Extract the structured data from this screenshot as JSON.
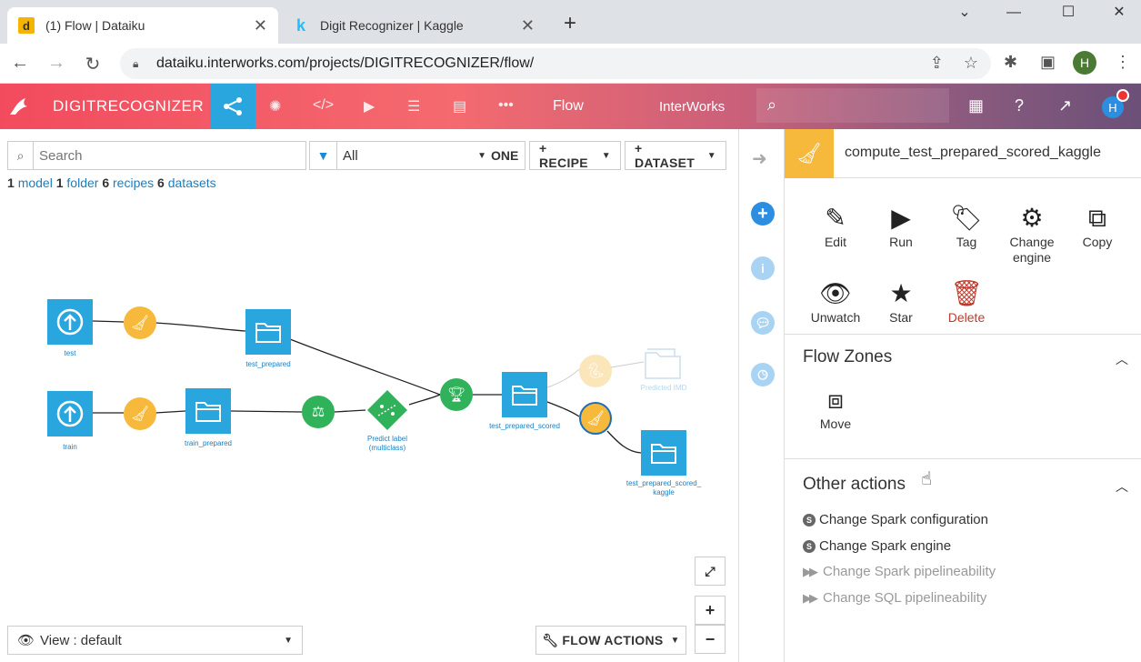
{
  "browser": {
    "tabs": [
      {
        "title": "(1) Flow | Dataiku",
        "favicon": "d",
        "color": "#f4b400"
      },
      {
        "title": "Digit Recognizer | Kaggle",
        "favicon": "k",
        "color": "#20beff"
      }
    ],
    "url": "dataiku.interworks.com/projects/DIGITRECOGNIZER/flow/",
    "profile_initial": "H"
  },
  "dss": {
    "project_name": "DIGITRECOGNIZER",
    "flow_label": "Flow",
    "instance_label": "InterWorks",
    "user_initial": "H"
  },
  "toolbar": {
    "search_placeholder": "Search",
    "filter_value": "All",
    "zone_btn": "ONE",
    "recipe_btn": "+ RECIPE",
    "dataset_btn": "+ DATASET"
  },
  "counts": {
    "model_n": "1",
    "model_l": "model",
    "folder_n": "1",
    "folder_l": "folder",
    "recipe_n": "6",
    "recipe_l": "recipes",
    "dataset_n": "6",
    "dataset_l": "datasets"
  },
  "nodes": {
    "test": "test",
    "test_prepared": "test_prepared",
    "train": "train",
    "train_prepared": "train_prepared",
    "predict_label_1": "Predict label",
    "predict_label_2": "(multiclass)",
    "test_prepared_scored": "test_prepared_scored",
    "predicted_imd": "Predicted IMD",
    "kaggle_1": "test_prepared_scored_",
    "kaggle_2": "kaggle"
  },
  "bottom": {
    "view_label": "View : default",
    "flow_actions": "FLOW ACTIONS"
  },
  "panel": {
    "title": "compute_test_prepared_scored_kaggle",
    "actions": {
      "edit": "Edit",
      "run": "Run",
      "tag": "Tag",
      "change_engine_1": "Change",
      "change_engine_2": "engine",
      "copy": "Copy",
      "unwatch": "Unwatch",
      "star": "Star",
      "delete": "Delete"
    },
    "flow_zones": "Flow Zones",
    "move": "Move",
    "other_actions": "Other actions",
    "other_items": [
      "Change Spark configuration",
      "Change Spark engine",
      "Change Spark pipelineability",
      "Change SQL pipelineability"
    ]
  }
}
